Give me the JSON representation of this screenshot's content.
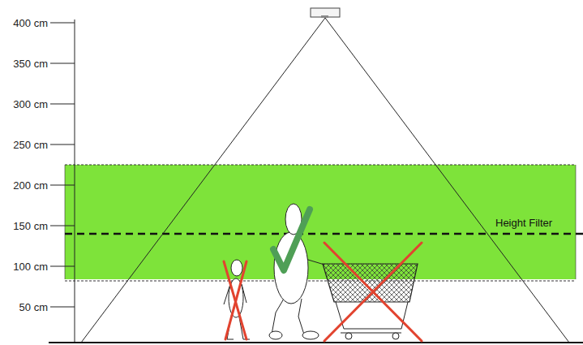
{
  "diagram": {
    "nodes": [
      {
        "text": [
          "Height Filter"
        ]
      }
    ],
    "labels": [
      "400 cm",
      "350 cm",
      "300 cm",
      "250 cm",
      "200 cm",
      "150 cm",
      "100 cm",
      "50 cm"
    ]
  }
}
